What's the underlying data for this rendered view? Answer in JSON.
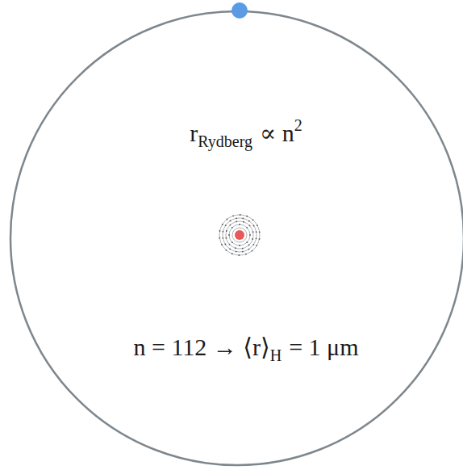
{
  "diagram": {
    "nodes": [
      {
        "text": [
          "r",
          "Rydberg",
          "∝ n",
          "2",
          "n = 112 → ⟨r⟩",
          "H",
          "= 1 μm"
        ]
      }
    ]
  }
}
